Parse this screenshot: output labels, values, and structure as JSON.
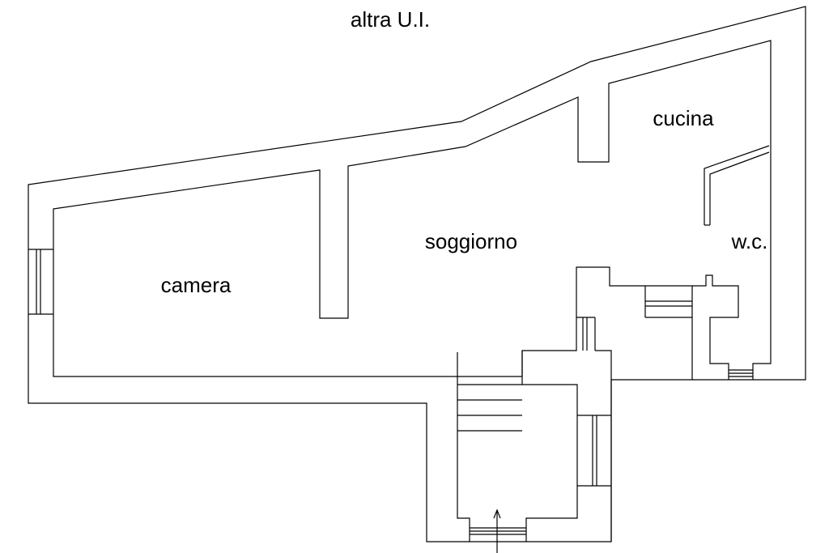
{
  "plan": {
    "labels": {
      "neighbor_unit": "altra U.I.",
      "bedroom": "camera",
      "living_room": "soggiorno",
      "kitchen": "cucina",
      "toilet": "w.c."
    },
    "colors": {
      "line": "#000000",
      "background": "#ffffff"
    }
  }
}
